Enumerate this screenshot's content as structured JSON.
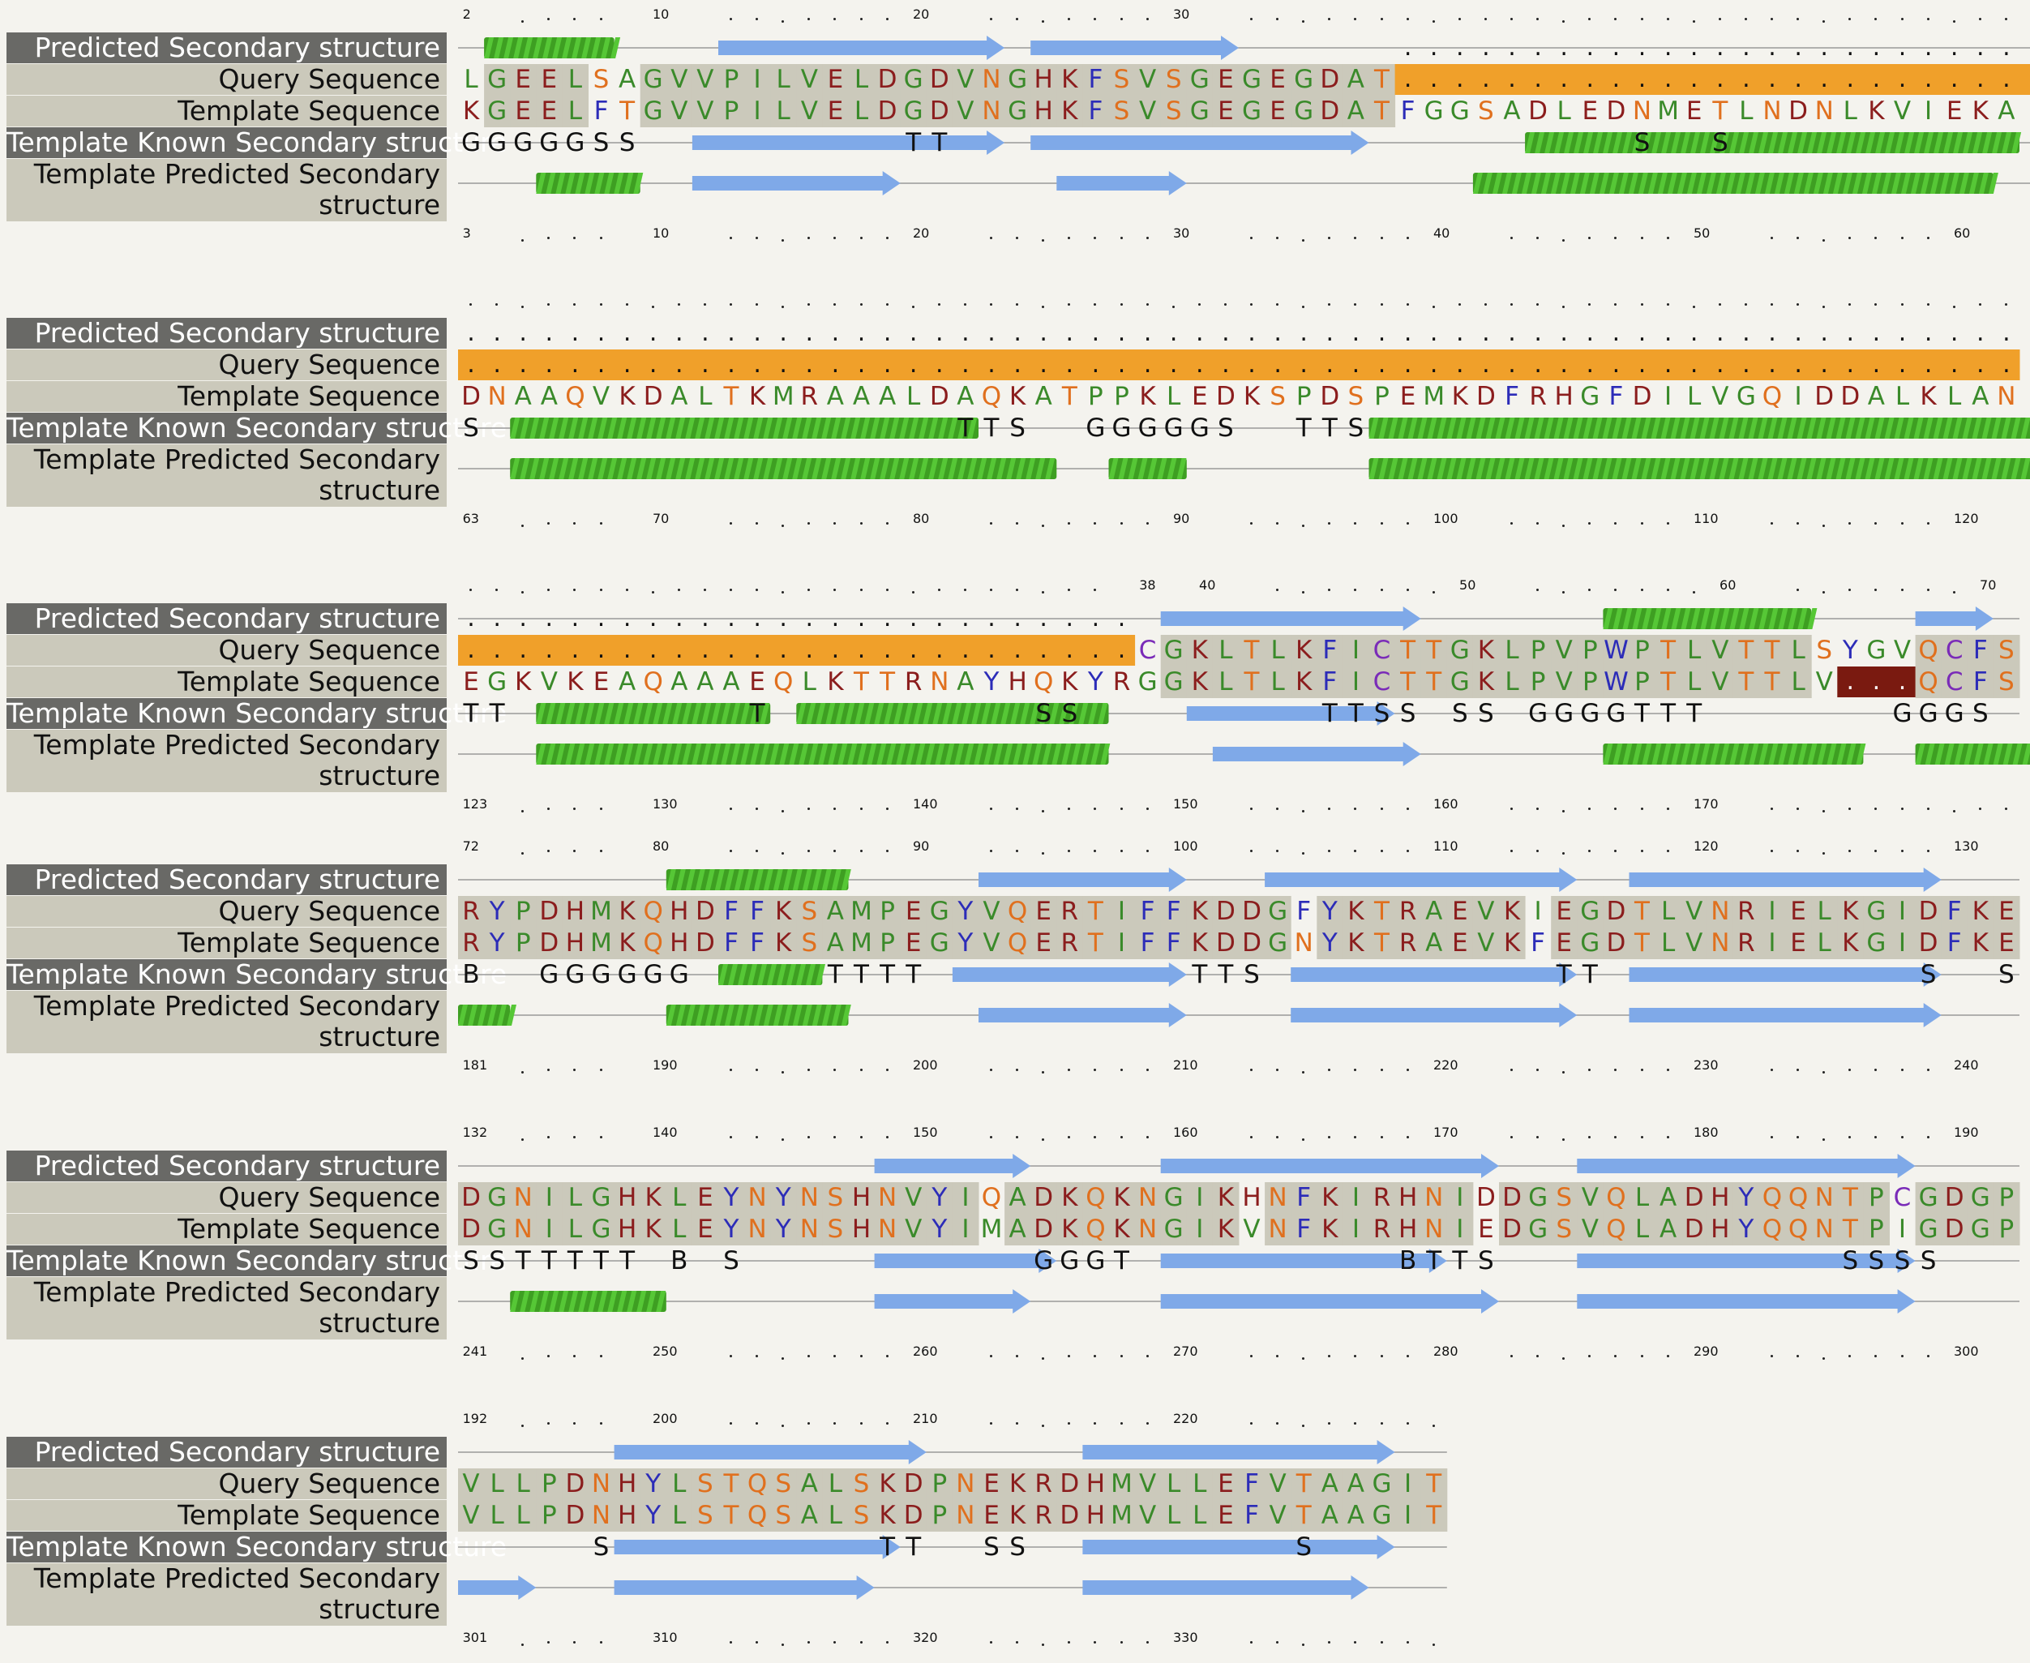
{
  "labels": {
    "predicted": "Predicted Secondary structure",
    "query": "Query Sequence",
    "template": "Template Sequence",
    "known": "Template Known Secondary structure",
    "tpred_line1": "Template Predicted Secondary",
    "tpred_line2": "structure"
  },
  "colors": {
    "hydrophobic": "#3a8a2a",
    "polar": "#e0701e",
    "charged": "#8b1d1d",
    "aromatic": "#2c2cb8",
    "cysteine": "#7a2bb8",
    "identity_bg": "#cbc9bb",
    "gap_bg": "#f0a02a",
    "insert_bg": "#7a1a10",
    "helix": "#56c736",
    "strand": "#7fa9e8",
    "coil": "#999999"
  },
  "blocks": [
    {
      "top_ticks": [
        "2",
        "10",
        "20",
        "30"
      ],
      "top_tick_cols": [
        0.3,
        7.6,
        17.6,
        27.6
      ],
      "query": "LGEELSAGVVPILVELDGDVNGHKFSVSGEGEGDAT...........................",
      "template": "KGEELFTGVVPILVELDGDVNGHKFSVSGEGEGDATFGGSADLEDNMETLNDNLKVIEKA",
      "known": "GGGGGSS..........TT..........................S..S..............",
      "bottom_ticks": [
        "3",
        "10",
        "20",
        "30",
        "40",
        "50",
        "60"
      ],
      "bottom_tick_cols": [
        0.3,
        7.6,
        17.6,
        27.6,
        37.6,
        47.6,
        57.6
      ]
    },
    {
      "top_ticks": [],
      "top_tick_cols": [],
      "query": "............................................................",
      "template": "DNAAQVKDALTKMRAAALDAQKATPPKLEDKSPDSPEMKDFRHGFDILVGQIDDALKLAN",
      "known": "S..................TTS..GGGGGS..TTS.........................",
      "bottom_ticks": [
        "63",
        "70",
        "80",
        "90",
        "100",
        "110",
        "120"
      ],
      "bottom_tick_cols": [
        0.3,
        7.6,
        17.6,
        27.6,
        37.6,
        47.6,
        57.6
      ]
    },
    {
      "top_ticks": [
        "38",
        "40",
        "50",
        "60",
        "70"
      ],
      "top_tick_cols": [
        26.3,
        28.6,
        38.6,
        48.6,
        58.6
      ],
      "query": "..........................CGKLTLKFICTTGKLPVPWPTLVTTLSYGVQCFS",
      "template": "EGKVKEAQAAAEQLKTTRNAYHQKYRGGKLTLKFICTTGKLPVPWPTLVTTLV...QCFS",
      "known": "TT.........T..........SS.........TTSS.SS.GGGGTTT.......GGGS",
      "bottom_ticks": [
        "123",
        "130",
        "140",
        "150",
        "160",
        "170"
      ],
      "bottom_tick_cols": [
        0.3,
        7.6,
        17.6,
        27.6,
        37.6,
        47.6
      ]
    },
    {
      "top_ticks": [
        "72",
        "80",
        "90",
        "100",
        "110",
        "120",
        "130"
      ],
      "top_tick_cols": [
        0.3,
        7.6,
        17.6,
        27.6,
        37.6,
        47.6,
        57.6
      ],
      "query": "RYPDHMKQHDFFKSAMPEGYVQERTIFFKDDGFYKTRAEVKIEGDTLVNRIELKGIDFKE",
      "template": "RYPDHMKQHDFFKSAMPEGYVQERTIFFKDDGNYKTRAEVKFEGDTLVNRIELKGIDFKE",
      "known": "B..GGGGGG.....TTTT..........TTS...........TT............S..S",
      "bottom_ticks": [
        "181",
        "190",
        "200",
        "210",
        "220",
        "230",
        "240"
      ],
      "bottom_tick_cols": [
        0.3,
        7.6,
        17.6,
        27.6,
        37.6,
        47.6,
        57.6
      ]
    },
    {
      "top_ticks": [
        "132",
        "140",
        "150",
        "160",
        "170",
        "180",
        "190"
      ],
      "top_tick_cols": [
        0.3,
        7.6,
        17.6,
        27.6,
        37.6,
        47.6,
        57.6
      ],
      "query": "DGNILGHKLEYNYNSHNVYIQADKQKNGIKHNFKIRHNIDDGSVQLADHYQQNTPCGDGP",
      "template": "DGNILGHKLEYNYNSHNVYIMADKQKNGIKVNFKIRHNIEDGSVQLADHYQQNTPIGDGP",
      "known": "SSTTTTT.B.S...........GGGT..........BTTS.............SSSS...",
      "bottom_ticks": [
        "241",
        "250",
        "260",
        "270",
        "280",
        "290",
        "300"
      ],
      "bottom_tick_cols": [
        0.3,
        7.6,
        17.6,
        27.6,
        37.6,
        47.6,
        57.6
      ]
    },
    {
      "top_ticks": [
        "192",
        "200",
        "210",
        "220"
      ],
      "top_tick_cols": [
        0.3,
        7.6,
        17.6,
        27.6
      ],
      "query": "VLLPDNHYLSTQSALSKDPNEKRDHMVLLEFVTAAGIT",
      "template": "VLLPDNHYLSTQSALSKDPNEKRDHMVLLEFVTAAGIT",
      "known": ".....S..........TT..SS..........S.....",
      "bottom_ticks": [
        "301",
        "310",
        "320",
        "330"
      ],
      "bottom_tick_cols": [
        0.3,
        7.6,
        17.6,
        27.6
      ]
    }
  ]
}
